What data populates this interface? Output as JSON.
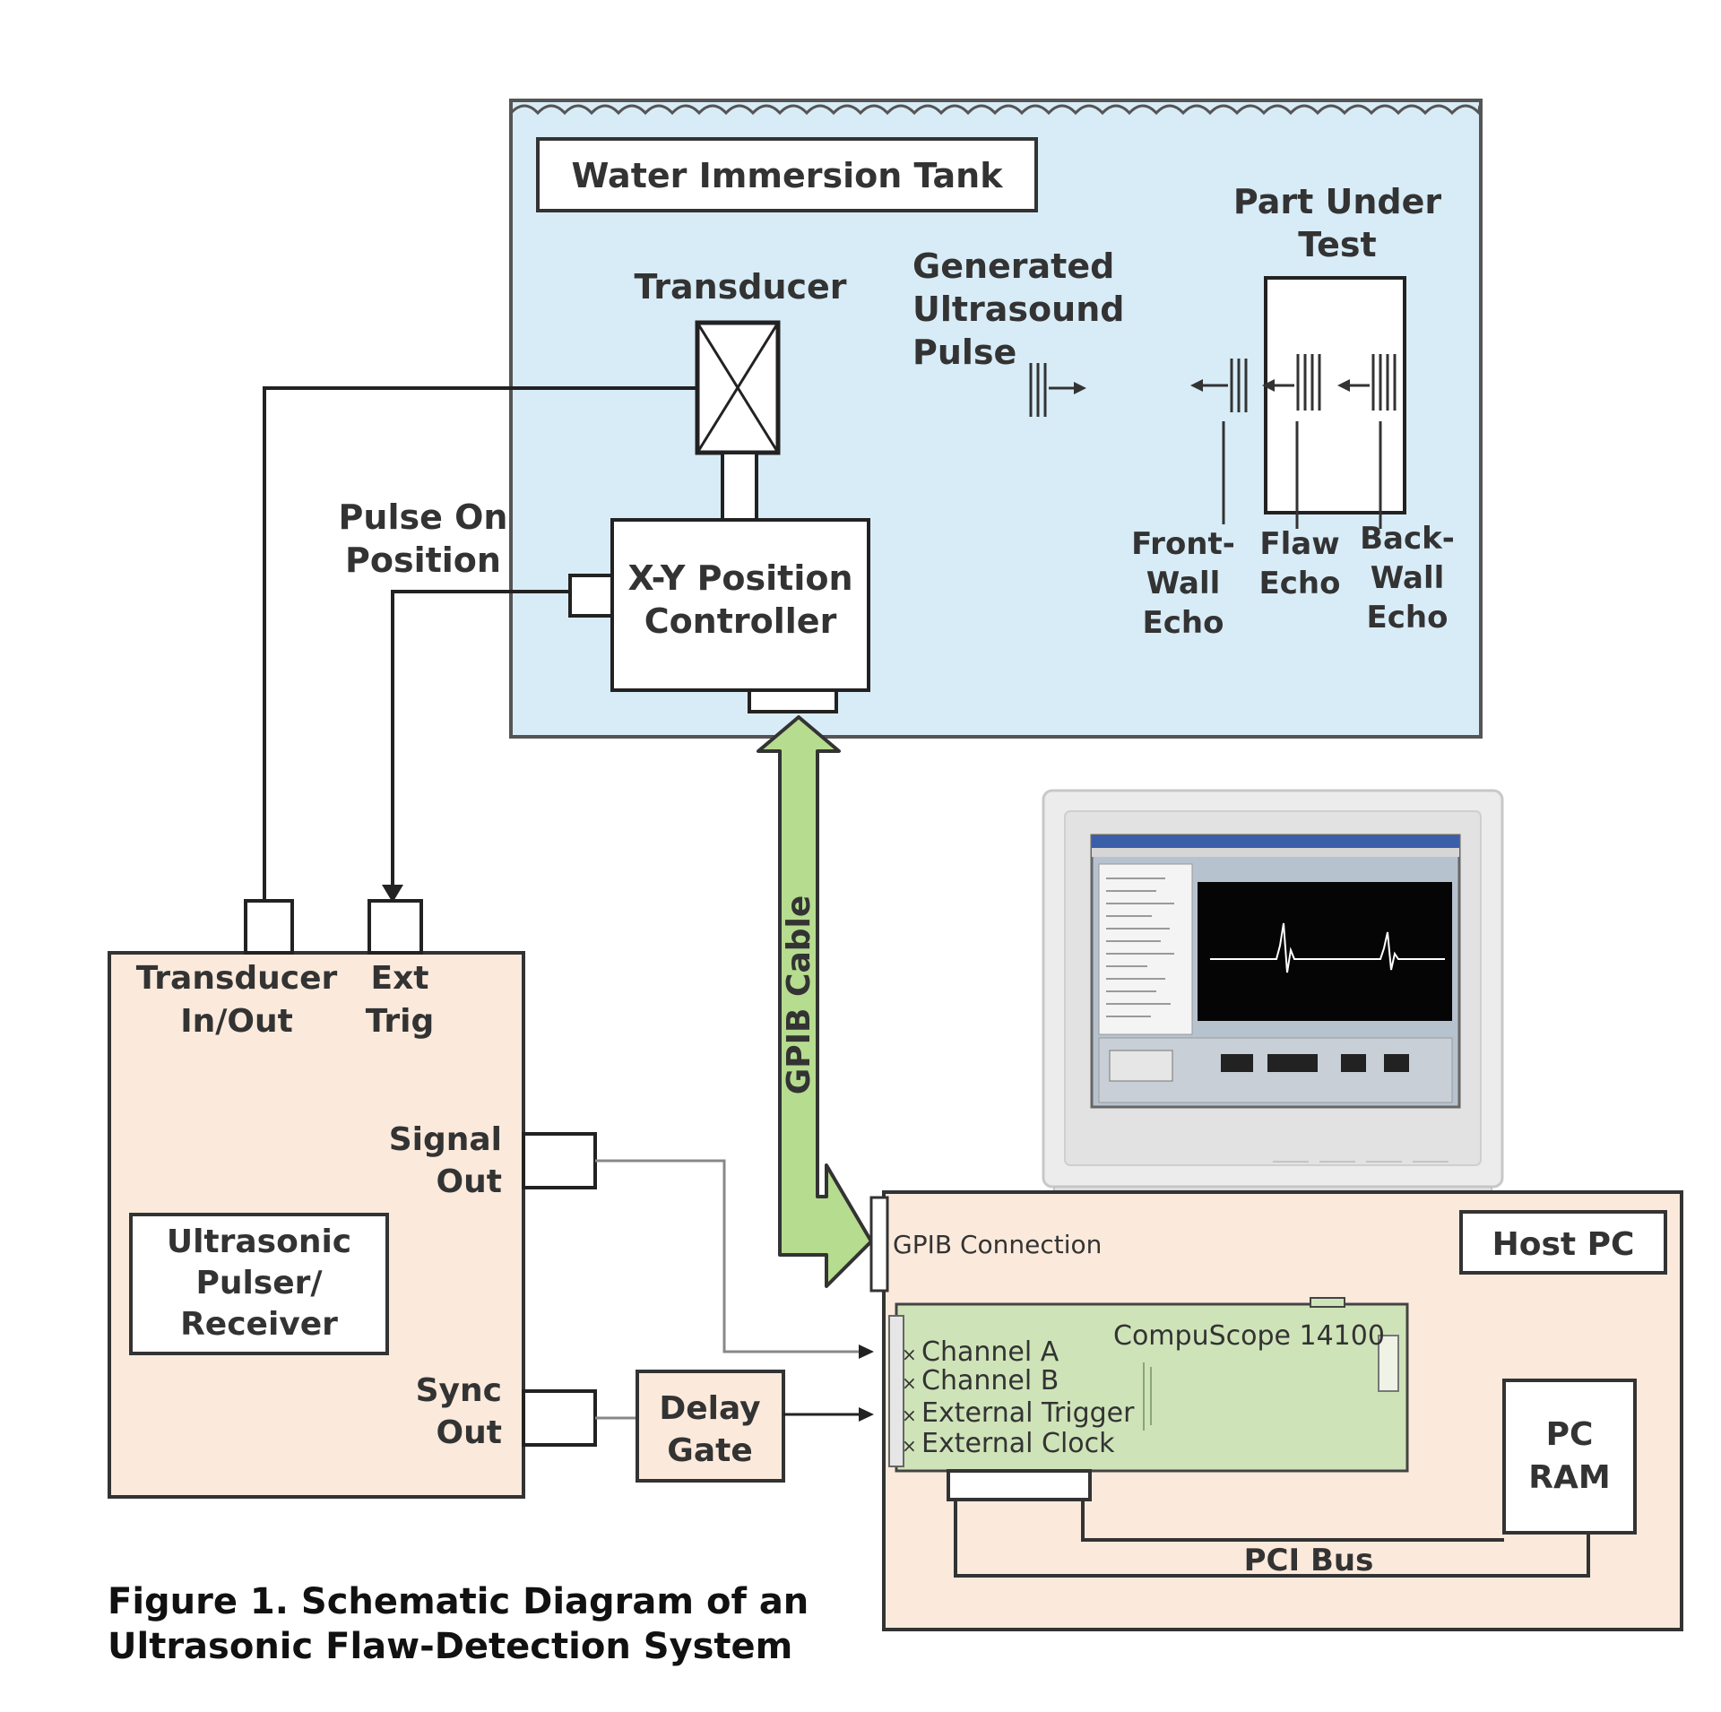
{
  "tank": {
    "title": "Water Immersion Tank"
  },
  "transducer": {
    "label": "Transducer"
  },
  "position_controller": {
    "line1": "X-Y Position",
    "line2": "Controller"
  },
  "pulse_on_position": {
    "line1": "Pulse On",
    "line2": "Position"
  },
  "ultrasound": {
    "line1": "Generated",
    "line2": "Ultrasound",
    "line3": "Pulse"
  },
  "part_under_test": {
    "line1": "Part Under",
    "line2": "Test"
  },
  "echoes": {
    "front": {
      "line1": "Front-",
      "line2": "Wall",
      "line3": "Echo"
    },
    "flaw": {
      "line1": "Flaw",
      "line2": "Echo"
    },
    "back": {
      "line1": "Back-",
      "line2": "Wall",
      "line3": "Echo"
    }
  },
  "pulser": {
    "title_line1": "Ultrasonic",
    "title_line2": "Pulser/",
    "title_line3": "Receiver",
    "transducer_port_line1": "Transducer",
    "transducer_port_line2": "In/Out",
    "ext_trig_line1": "Ext",
    "ext_trig_line2": "Trig",
    "signal_out_line1": "Signal",
    "signal_out_line2": "Out",
    "sync_out_line1": "Sync",
    "sync_out_line2": "Out"
  },
  "delay_gate": {
    "line1": "Delay",
    "line2": "Gate"
  },
  "gpib": {
    "cable": "GPIB Cable",
    "connection": "GPIB Connection"
  },
  "host_pc": {
    "title": "Host PC"
  },
  "compuscope": {
    "name": "CompuScope 14100",
    "inputs": [
      "Channel A",
      "Channel B",
      "External Trigger",
      "External Clock"
    ]
  },
  "pc_ram": {
    "line1": "PC",
    "line2": "RAM"
  },
  "pci_bus": {
    "label": "PCI Bus"
  },
  "caption": {
    "line1": "Figure 1. Schematic Diagram of an",
    "line2": "Ultrasonic Flaw-Detection System"
  },
  "colors": {
    "tank_fill": "#d8ecf7",
    "cream_fill": "#fbeadc",
    "board_fill": "#cfe3b8",
    "gpib_fill": "#b6dc8f",
    "stroke": "#333333"
  }
}
